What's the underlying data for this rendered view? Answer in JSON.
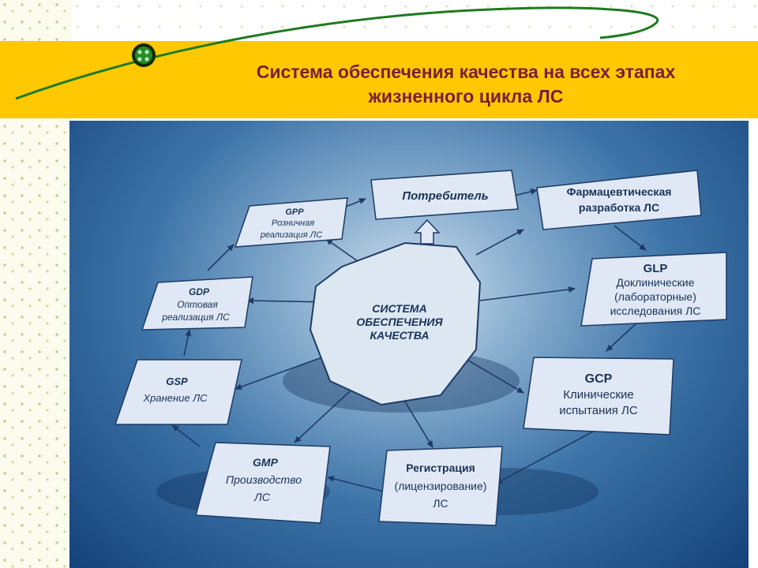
{
  "title": {
    "line1": "Система обеспечения качества на всех этапах",
    "line2": "жизненного цикла ЛС"
  },
  "colors": {
    "title_band": "#ffc800",
    "title_text": "#7a1c3a",
    "box_fill": "#dfe8f4",
    "box_text": "#1a3358"
  },
  "center": {
    "line1": "СИСТЕМА",
    "line2": "ОБЕСПЕЧЕНИЯ",
    "line3": "КАЧЕСТВА"
  },
  "nodes": {
    "consumer": {
      "label": "Потребитель"
    },
    "pharm_dev": {
      "line1": "Фармацевтическая",
      "line2": "разработка ЛС"
    },
    "glp": {
      "code": "GLP",
      "line1": "Доклинические",
      "line2": "(лабораторные)",
      "line3": "исследования ЛС"
    },
    "gcp": {
      "code": "GCP",
      "line1": "Клинические",
      "line2": "испытания ЛС"
    },
    "registration": {
      "line1": "Регистрация",
      "line2": "(лицензирование)",
      "line3": "ЛС"
    },
    "gmp": {
      "code": "GMP",
      "line1": "Производство",
      "line2": "ЛС"
    },
    "gsp": {
      "code": "GSP",
      "line1": "Хранение ЛС"
    },
    "gdp": {
      "code": "GDP",
      "line1": "Оптовая",
      "line2": "реализация ЛС"
    },
    "gpp": {
      "code": "GPP",
      "line1": "Розничная",
      "line2": "реализация ЛС"
    }
  }
}
